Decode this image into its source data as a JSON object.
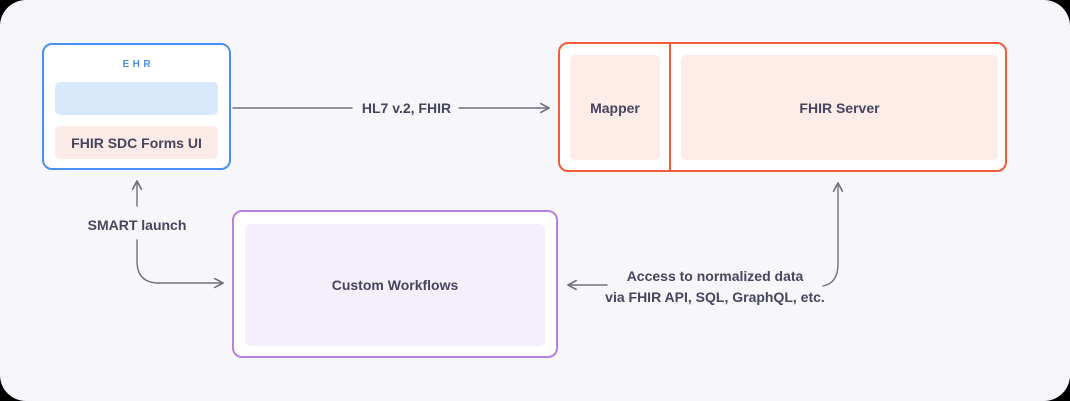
{
  "diagram": {
    "background_color": "#f7f6fa",
    "ehr": {
      "title": "EHR",
      "accent_color": "#4a90f4",
      "blue_block_color": "#d9e9fc",
      "forms_ui_label": "FHIR SDC Forms UI",
      "forms_ui_fill": "#fcebe6"
    },
    "server_group": {
      "accent_color": "#f25b3b",
      "inner_fill": "#fdece8",
      "mapper_label": "Mapper",
      "fhir_server_label": "FHIR Server"
    },
    "workflows": {
      "accent_color": "#bb7fe2",
      "inner_fill": "#f5effb",
      "label": "Custom Workflows"
    },
    "connections": {
      "line_color": "#70707c",
      "hl7_label": "HL7 v.2, FHIR",
      "smart_label": "SMART launch",
      "access_line1": "Access to normalized data",
      "access_line2": "via FHIR API, SQL, GraphQL, etc."
    }
  }
}
